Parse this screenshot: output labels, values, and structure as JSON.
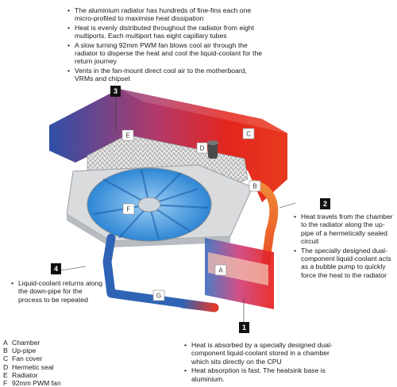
{
  "top_notes": [
    "The aluminium radiator has hundreds of fine-fins each one micro-profiled to maximise heat dissipation",
    "Heat is evenly distributed throughout the radiator from eight multiports. Each multiport has eight capillary tubes",
    "A slow turning 92mm PWM fan blows cool air through the radiator to disperse the heat and cool the liquid-coolant for the return journey",
    "Vents in the fan-mount direct cool air to the motherboard, VRMs and chipset"
  ],
  "right_notes": [
    "Heat travels from the chamber to the radiator along the up-pipe of a hermetically sealed circuit",
    "The specially designed dual-component liquid-coolant acts as a bubble pump to quickly force the heat to the radiator"
  ],
  "left_notes": [
    "Liquid-coolant returns along the down-pipe for the process to be repeated"
  ],
  "bottom_notes": [
    "Heat is absorbed by a specially designed dual-component liquid-coolant stored in a chamber which sits directly on the CPU",
    "Heat absorption is fast. The heatsink base is aluminium."
  ],
  "badges": {
    "b1": "1",
    "b2": "2",
    "b3": "3",
    "b4": "4"
  },
  "part_labels": {
    "A": "A",
    "B": "B",
    "C": "C",
    "D": "D",
    "E": "E",
    "F": "F",
    "G": "G"
  },
  "legend": [
    {
      "key": "A",
      "text": "Chamber"
    },
    {
      "key": "B",
      "text": "Up-pipe"
    },
    {
      "key": "C",
      "text": "Fan cover"
    },
    {
      "key": "D",
      "text": "Hermetic seal"
    },
    {
      "key": "E",
      "text": "Radiator"
    },
    {
      "key": "F",
      "text": "92mm PWM fan"
    }
  ],
  "colors": {
    "hot": "#e0221c",
    "cool": "#2f63b5",
    "warm_mid": "#f08a3a",
    "housing": "#d9dbdd"
  }
}
